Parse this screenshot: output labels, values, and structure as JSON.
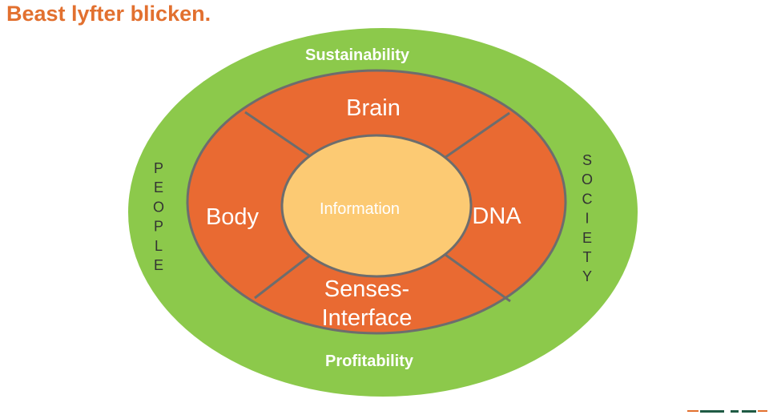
{
  "title": "Beast lyfter blicken.",
  "outer_ring": {
    "top_label": "Sustainability",
    "bottom_label": "Profitability",
    "left_label": "PEOPLE",
    "right_label": "SOCIETY"
  },
  "segments": {
    "top": "Brain",
    "left": "Body",
    "right": "DNA",
    "bottom_line1": "Senses-",
    "bottom_line2": "Interface"
  },
  "core": {
    "label": "Information"
  },
  "colors": {
    "title": "#e2702f",
    "outer_ring": "#8cc94b",
    "middle_ring": "#e96a32",
    "core": "#fcca73",
    "divider": "#6d6d6d",
    "footer_mark_dark": "#1f5a44",
    "footer_mark_accent": "#e2702f"
  }
}
